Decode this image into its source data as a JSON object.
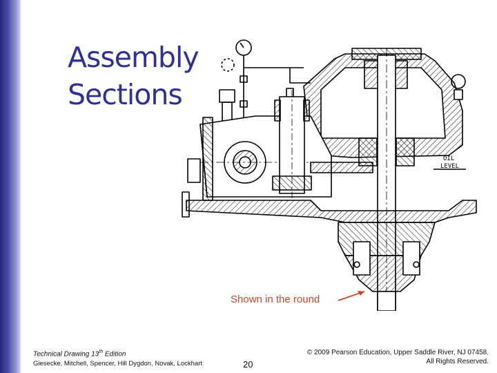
{
  "slide": {
    "title_line1": "Assembly",
    "title_line2": "Sections",
    "callout": "Shown in the round",
    "oil_level_line1": "OIL",
    "oil_level_line2": "LEVEL",
    "page_number": "20"
  },
  "footer": {
    "edition_title": "Technical Drawing 13",
    "edition_sup": "th",
    "edition_suffix": " Edition",
    "authors": "Giesecke, Mitchell, Spencer, Hill Dygdon, Novak, Lockhart",
    "copyright": "© 2009 Pearson Education, Upper Saddle River, NJ 07458.",
    "rights": "All Rights Reserved."
  },
  "colors": {
    "title": "#2e3192",
    "sidebar": "#3b3f9a",
    "callout": "#c8462a"
  }
}
